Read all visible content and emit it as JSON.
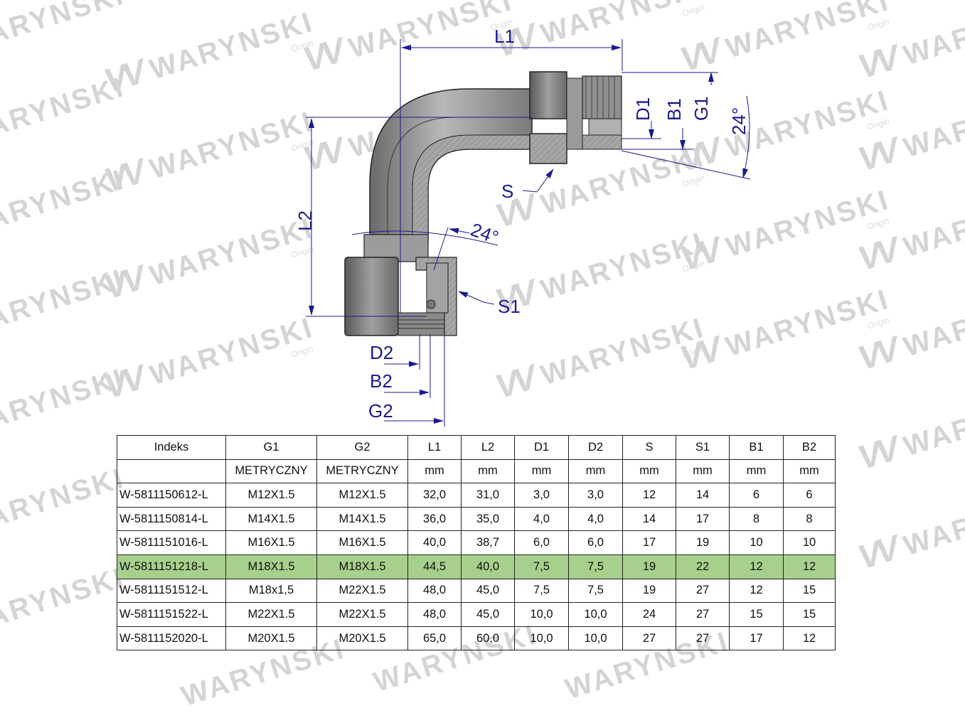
{
  "watermark": {
    "brand": "WARYNSKI",
    "sub": "Origin",
    "mark": "VV"
  },
  "drawing": {
    "title": "90° elbow fitting, male thread G1 / female swivel nut G2, 24° cone",
    "labels": {
      "L1": "L1",
      "L2": "L2",
      "D1": "D1",
      "B1": "B1",
      "G1": "G1",
      "angle_right": "24°",
      "angle_bottom": "24°",
      "S": "S",
      "S1": "S1",
      "D2": "D2",
      "B2": "B2",
      "G2": "G2"
    },
    "colors": {
      "dimension": "#1a1a8c",
      "body": "#8e8e8e",
      "outline": "#222222"
    }
  },
  "table": {
    "headers": [
      "Indeks",
      "G1",
      "G2",
      "L1",
      "L2",
      "D1",
      "D2",
      "S",
      "S1",
      "B1",
      "B2"
    ],
    "units": [
      "",
      "METRYCZNY",
      "METRYCZNY",
      "mm",
      "mm",
      "mm",
      "mm",
      "mm",
      "mm",
      "mm",
      "mm"
    ],
    "highlight_color": "#a8d08d",
    "rows": [
      {
        "highlight": false,
        "cells": [
          "W-5811150612-L",
          "M12X1.5",
          "M12X1.5",
          "32,0",
          "31,0",
          "3,0",
          "3,0",
          "12",
          "14",
          "6",
          "6"
        ]
      },
      {
        "highlight": false,
        "cells": [
          "W-5811150814-L",
          "M14X1.5",
          "M14X1.5",
          "36,0",
          "35,0",
          "4,0",
          "4,0",
          "14",
          "17",
          "8",
          "8"
        ]
      },
      {
        "highlight": false,
        "cells": [
          "W-5811151016-L",
          "M16X1.5",
          "M16X1.5",
          "40,0",
          "38,7",
          "6,0",
          "6,0",
          "17",
          "19",
          "10",
          "10"
        ]
      },
      {
        "highlight": true,
        "cells": [
          "W-5811151218-L",
          "M18X1.5",
          "M18X1.5",
          "44,5",
          "40,0",
          "7,5",
          "7,5",
          "19",
          "22",
          "12",
          "12"
        ]
      },
      {
        "highlight": false,
        "cells": [
          "W-5811151512-L",
          "M18x1,5",
          "M22X1.5",
          "48,0",
          "45,0",
          "7,5",
          "7,5",
          "19",
          "27",
          "12",
          "15"
        ]
      },
      {
        "highlight": false,
        "cells": [
          "W-5811151522-L",
          "M22X1.5",
          "M22X1.5",
          "48,0",
          "45,0",
          "10,0",
          "10,0",
          "24",
          "27",
          "15",
          "15"
        ]
      },
      {
        "highlight": false,
        "cells": [
          "W-5811152020-L",
          "M20X1.5",
          "M20X1.5",
          "65,0",
          "60,0",
          "10,0",
          "10,0",
          "27",
          "27",
          "17",
          "12"
        ]
      }
    ]
  }
}
